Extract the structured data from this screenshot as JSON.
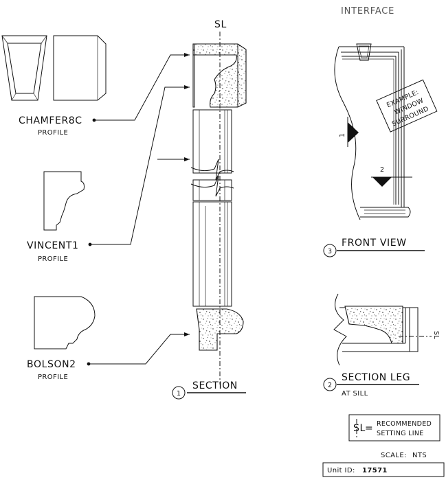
{
  "header": {
    "interface_title": "INTERFACE"
  },
  "profiles": [
    {
      "name": "CHAMFER8C",
      "sub": "PROFILE"
    },
    {
      "name": "VINCENT1",
      "sub": "PROFILE"
    },
    {
      "name": "BOLSON2",
      "sub": "PROFILE"
    }
  ],
  "section": {
    "number": "1",
    "title": "SECTION",
    "cl_mark": "SL"
  },
  "front_view": {
    "number": "3",
    "title": "FRONT VIEW",
    "marker1": "1",
    "marker2": "2",
    "example_lines": [
      "EXAMPLE:",
      "WINDOW",
      "SURROUND"
    ]
  },
  "section_leg": {
    "number": "2",
    "title": "SECTION LEG",
    "sub": "AT SILL"
  },
  "legend": {
    "symbol": "SL",
    "equals": "=",
    "line1": "RECOMMENDED",
    "line2": "SETTING LINE"
  },
  "scale": {
    "label": "SCALE:",
    "value": "NTS"
  },
  "unit": {
    "label": "Unit ID:",
    "value": "17571"
  }
}
